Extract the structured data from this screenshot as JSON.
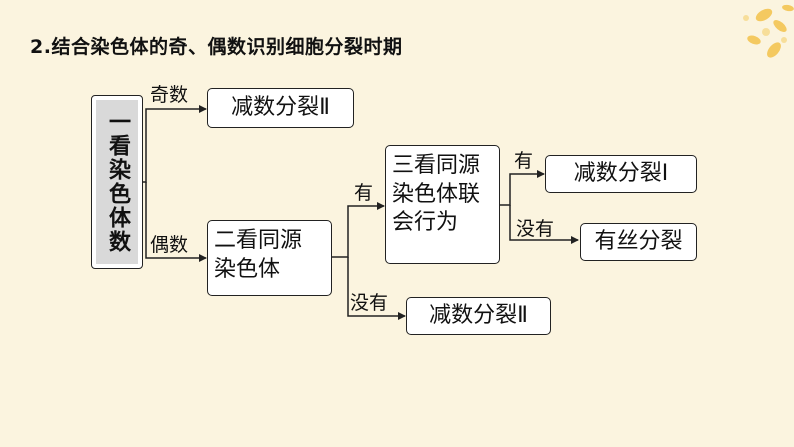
{
  "heading": {
    "number": "2",
    "text": ".结合染色体的奇、偶数识别细胞分裂时期"
  },
  "root": {
    "label": "一看染色体数"
  },
  "branch_labels": {
    "odd": "奇数",
    "even": "偶数",
    "has_homolog": "有",
    "no_homolog": "没有",
    "has_synapsis": "有",
    "no_synapsis": "没有"
  },
  "nodes": {
    "meiosis_2_top": "减数分裂Ⅱ",
    "second_look": "二看同源\n染色体",
    "third_look": "三看同源\n染色体联\n会行为",
    "meiosis_1": "减数分裂Ⅰ",
    "mitosis": "有丝分裂",
    "meiosis_2_bottom": "减数分裂Ⅱ"
  },
  "colors": {
    "background": "#fbf4df",
    "root_fill": "#d9d9d9",
    "decoration": "#f3c24a"
  }
}
